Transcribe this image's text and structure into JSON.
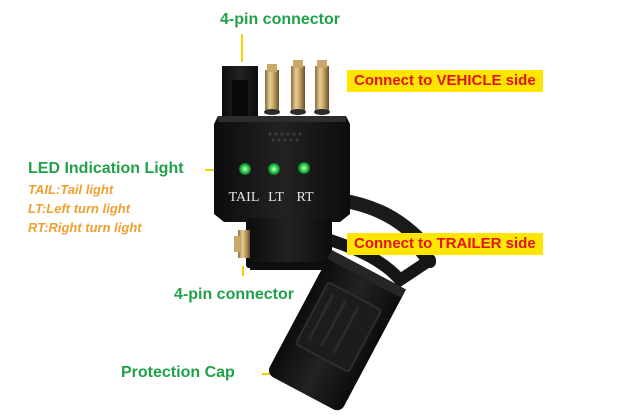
{
  "labels": {
    "top_connector": "4-pin connector",
    "vehicle_side": "Connect to VEHICLE side",
    "led_title": "LED Indication Light",
    "tail": "TAIL:Tail light",
    "lt": "LT:Left turn light",
    "rt": "RT:Right turn light",
    "trailer_side": "Connect to TRAILER side",
    "bottom_connector": "4-pin connector",
    "cap": "Protection Cap"
  },
  "device_markings": {
    "led1": "TAIL",
    "led2": "LT",
    "led3": "RT"
  },
  "colors": {
    "label_green": "#21a04a",
    "legend_orange": "#f0a030",
    "callout_bg": "#ffe600",
    "callout_text": "#e0141e",
    "led_green": "#3fe35a",
    "body_black": "#141414"
  }
}
